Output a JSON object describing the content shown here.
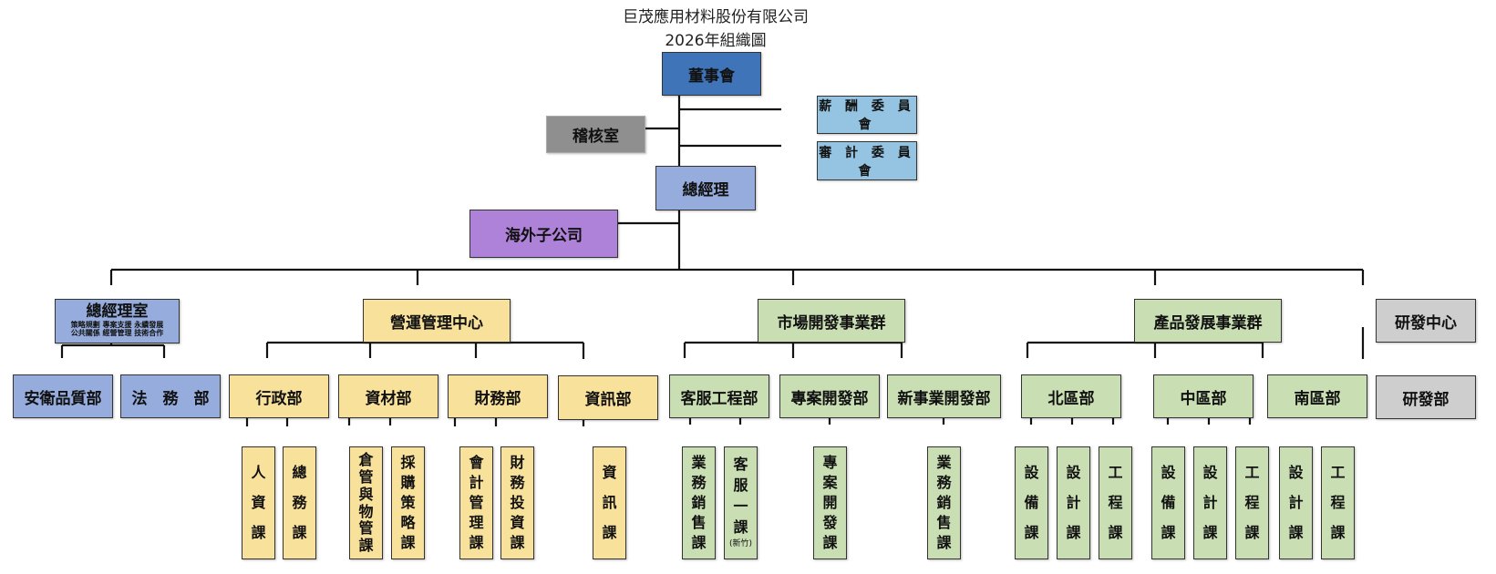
{
  "header": {
    "company": "巨茂應用材料股份有限公司",
    "subtitle": "2026年組織圖"
  },
  "colors": {
    "board": "#3f74b8",
    "audit_office": "#8f8f8f",
    "committee": "#94c4e2",
    "gm": "#95acdc",
    "overseas": "#ae82d8",
    "operations": "#f8e19a",
    "business_groups": "#c9dfb3",
    "rd": "#cecece",
    "connector": "#111111"
  },
  "top": {
    "board": "董事會",
    "audit_office": "稽核室",
    "compensation_committee": "薪 酬 委 員 會",
    "audit_committee": "審 計 委 員 會",
    "general_manager": "總經理",
    "overseas_subsidiary": "海外子公司"
  },
  "gm_office": {
    "title": "總經理室",
    "line1": "策略規劃 專案支援 永續發展",
    "line2": "公共關係 經營管理 技術合作",
    "departments": [
      "安衛品質部",
      "法　務　部"
    ]
  },
  "operations_center": {
    "title": "營運管理中心",
    "departments": [
      {
        "name": "行政部",
        "sections": [
          [
            "人",
            "資",
            "課"
          ],
          [
            "總",
            "務",
            "課"
          ]
        ]
      },
      {
        "name": "資材部",
        "sections": [
          [
            "倉",
            "管",
            "與",
            "物",
            "管",
            "課"
          ],
          [
            "採",
            "購",
            "策",
            "略",
            "課"
          ]
        ]
      },
      {
        "name": "財務部",
        "sections": [
          [
            "會",
            "計",
            "管",
            "理",
            "課"
          ],
          [
            "財",
            "務",
            "投",
            "資",
            "課"
          ]
        ]
      },
      {
        "name": "資訊部",
        "sections": [
          [
            "資",
            "訊",
            "課"
          ]
        ]
      }
    ]
  },
  "market_group": {
    "title": "市場開發事業群",
    "departments": [
      {
        "name": "客服工程部",
        "sections": [
          [
            "業",
            "務",
            "銷",
            "售",
            "課"
          ],
          [
            "客",
            "服",
            "一",
            "課"
          ]
        ],
        "section_note": "(新竹)"
      },
      {
        "name": "專案開發部",
        "sections": [
          [
            "專",
            "案",
            "開",
            "發",
            "課"
          ]
        ]
      },
      {
        "name": "新事業開發部",
        "sections": [
          [
            "業",
            "務",
            "銷",
            "售",
            "課"
          ]
        ]
      }
    ]
  },
  "product_group": {
    "title": "產品發展事業群",
    "departments": [
      {
        "name": "北區部",
        "sections": [
          [
            "設",
            "備",
            "課"
          ],
          [
            "設",
            "計",
            "課"
          ],
          [
            "工",
            "程",
            "課"
          ]
        ]
      },
      {
        "name": "中區部",
        "sections": [
          [
            "設",
            "備",
            "課"
          ],
          [
            "設",
            "計",
            "課"
          ],
          [
            "工",
            "程",
            "課"
          ]
        ]
      },
      {
        "name": "南區部",
        "sections": [
          [
            "設",
            "計",
            "課"
          ],
          [
            "工",
            "程",
            "課"
          ]
        ]
      }
    ]
  },
  "rd_center": {
    "title": "研發中心",
    "departments": [
      "研發部"
    ]
  }
}
